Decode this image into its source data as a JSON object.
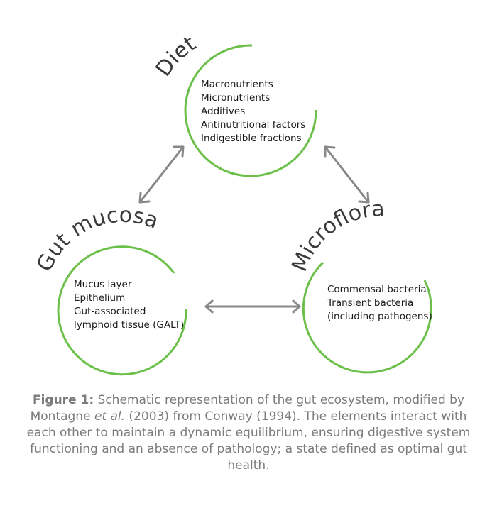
{
  "colors": {
    "arc": "#6cc04a",
    "arrow": "#888888",
    "title": "#3a3a3a",
    "caption": "#7b7b7b"
  },
  "nodes": {
    "diet": {
      "title": "Diet",
      "items": [
        "Macronutrients",
        "Micronutrients",
        "Additives",
        "Antinutritional factors",
        "Indigestible fractions"
      ]
    },
    "gut_mucosa": {
      "title": "Gut mucosa",
      "items": [
        "Mucus layer",
        "Epithelium",
        "Gut-associated",
        "lymphoid tissue (GALT)"
      ]
    },
    "microflora": {
      "title": "Microflora",
      "items": [
        "Commensal bacteria",
        "Transient bacteria",
        "(including pathogens)"
      ]
    }
  },
  "arrows": [
    "diet-gut_mucosa",
    "diet-microflora",
    "gut_mucosa-microflora"
  ],
  "caption": {
    "label": "Figure 1:",
    "part1": " Schematic representation of the gut ecosystem, modified by Montagne ",
    "italic": "et al.",
    "part2": " (2003) from Conway (1994). The elements interact with each other to maintain a dynamic equilibrium, ensuring digestive system functioning and an absence of pathology; a state defined as optimal gut health."
  }
}
